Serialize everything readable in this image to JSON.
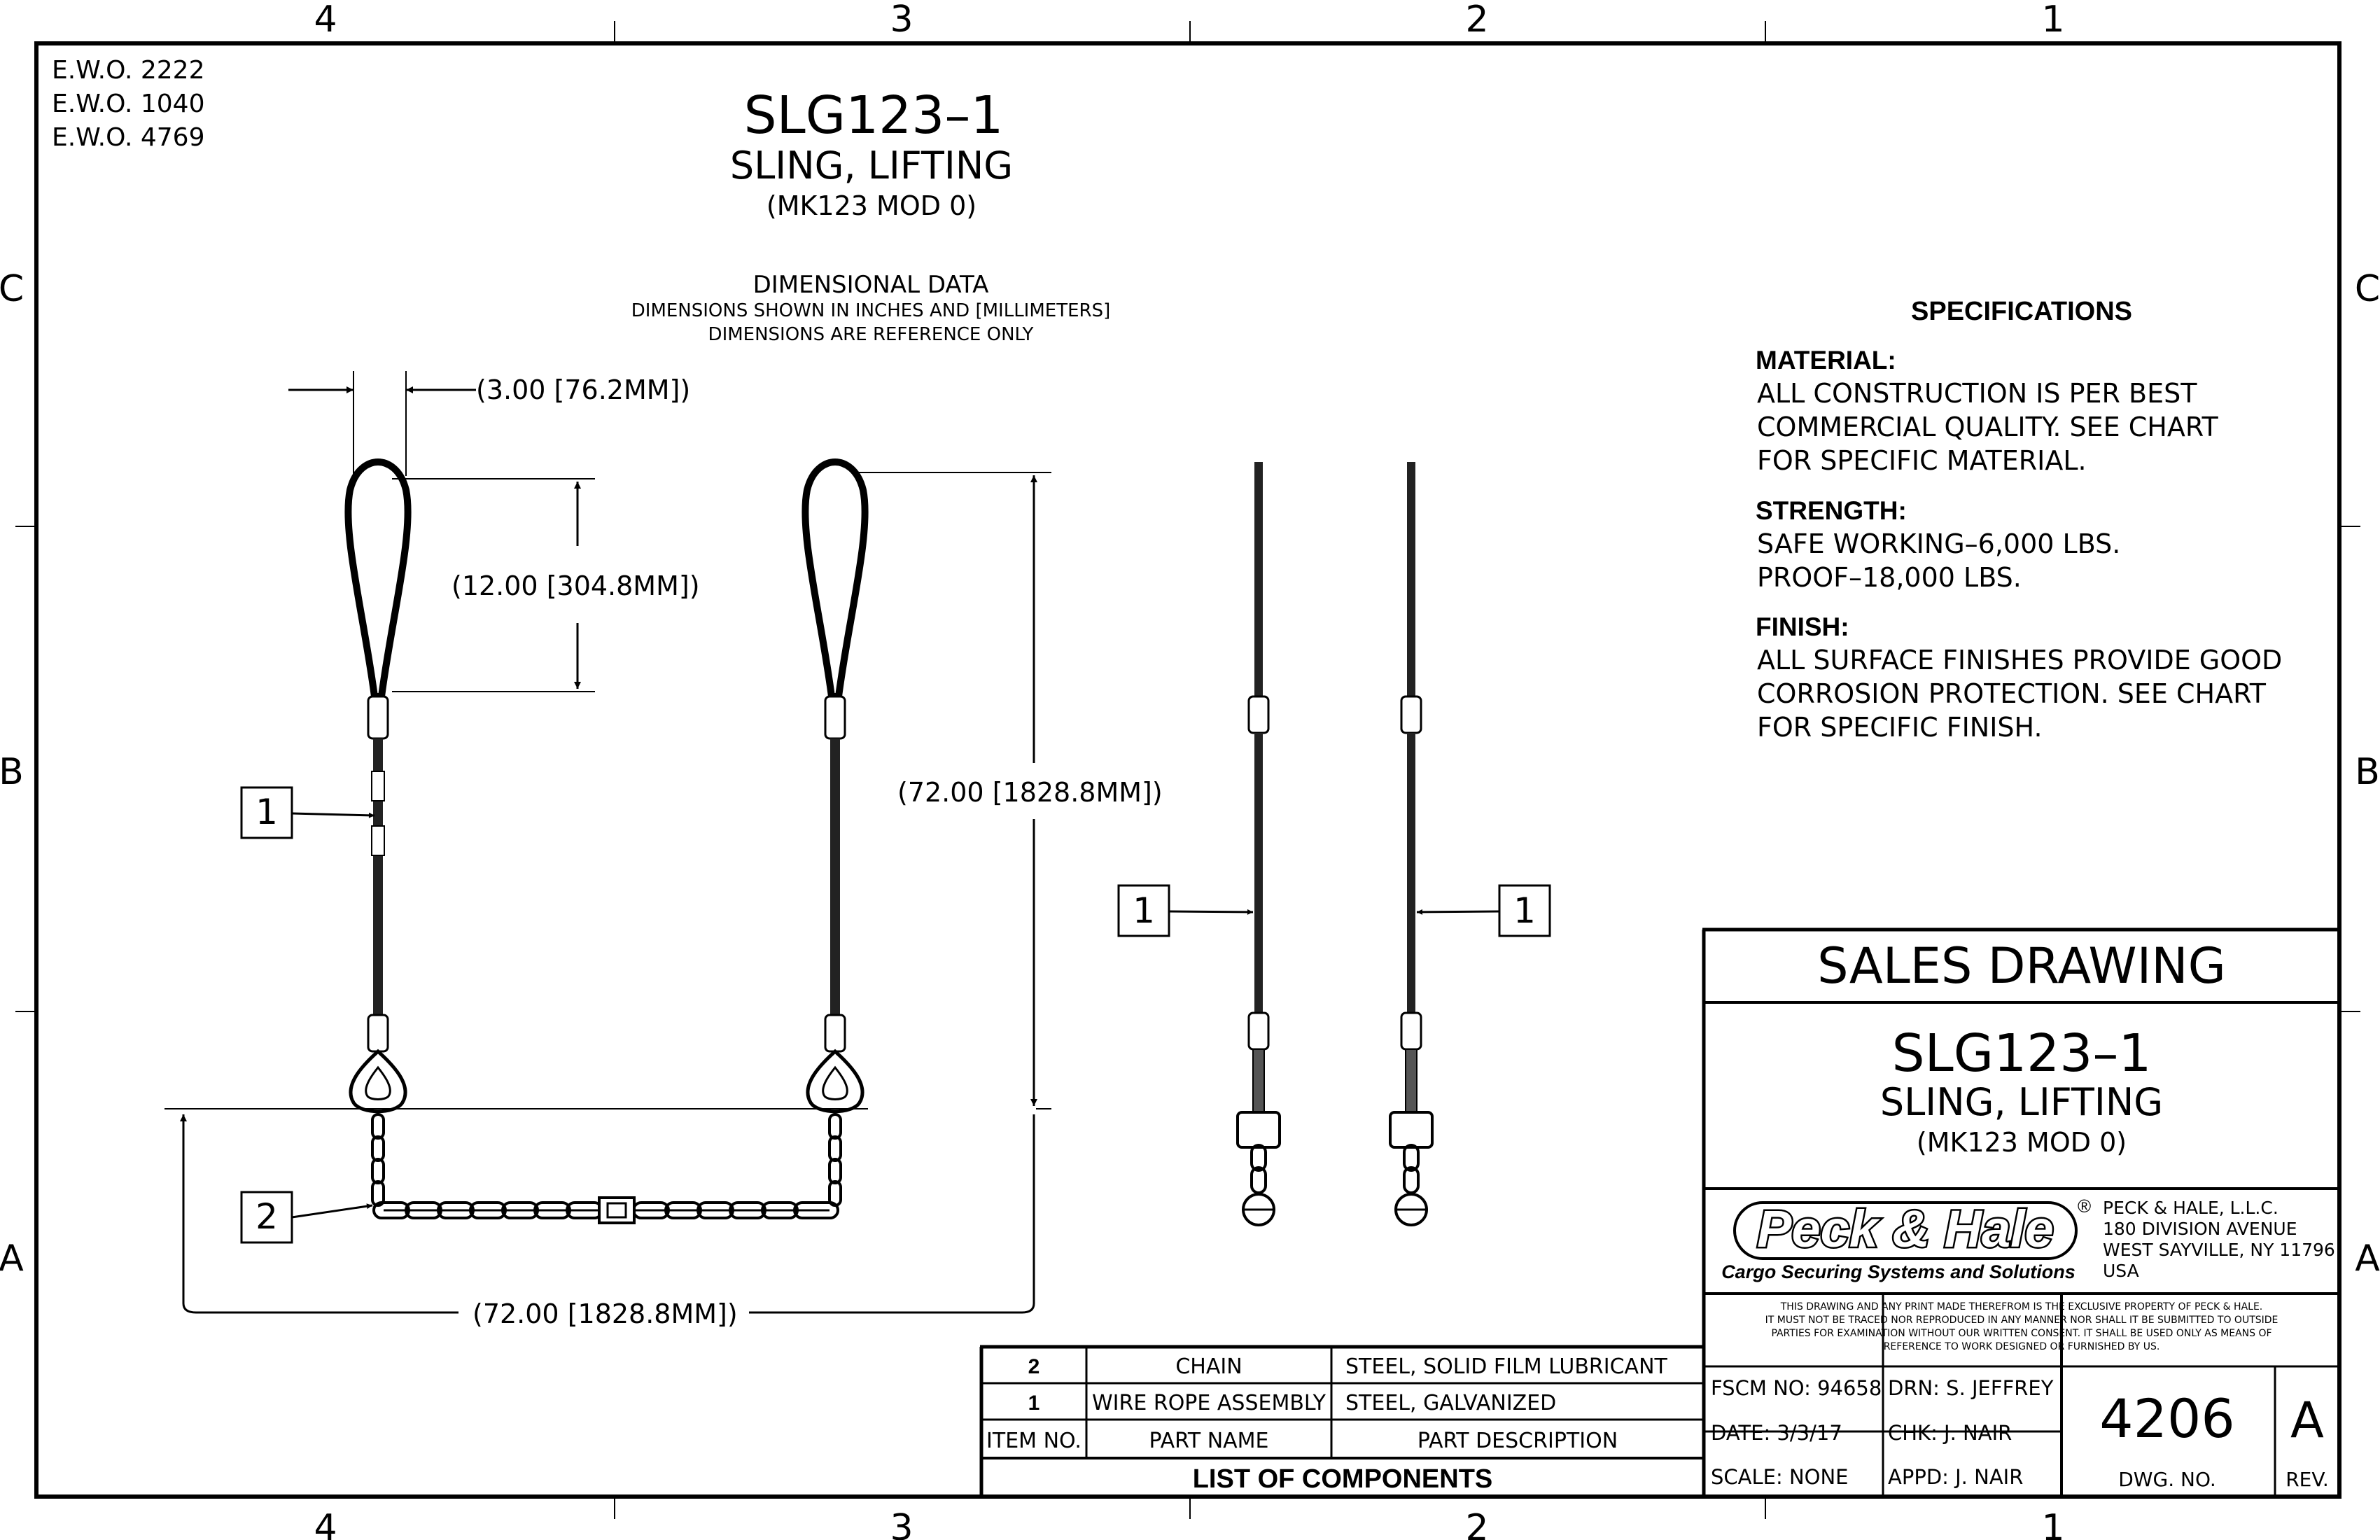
{
  "zones": {
    "columns": [
      "4",
      "3",
      "2",
      "1"
    ],
    "rows": [
      "C",
      "B",
      "A"
    ]
  },
  "ewo": [
    "E.W.O. 2222",
    "E.W.O. 1040",
    "E.W.O. 4769"
  ],
  "title": {
    "part_no": "SLG123–1",
    "name": "SLING, LIFTING",
    "model": "(MK123 MOD 0)"
  },
  "dimensional": {
    "heading": "DIMENSIONAL DATA",
    "note1": "DIMENSIONS SHOWN IN INCHES AND [MILLIMETERS]",
    "note2": "DIMENSIONS ARE REFERENCE ONLY",
    "eye_width": "(3.00 [76.2MM])",
    "eye_length": "(12.00 [304.8MM])",
    "leg_length": "(72.00 [1828.8MM])",
    "span": "(72.00 [1828.8MM])"
  },
  "balloons": {
    "wire_rope": "1",
    "chain": "2"
  },
  "specs": {
    "heading": "SPECIFICATIONS",
    "material_label": "MATERIAL:",
    "material_lines": [
      "ALL CONSTRUCTION IS PER BEST",
      "COMMERCIAL QUALITY. SEE CHART",
      "FOR SPECIFIC MATERIAL."
    ],
    "strength_label": "STRENGTH:",
    "strength_lines": [
      "SAFE WORKING–6,000 LBS.",
      "PROOF–18,000 LBS."
    ],
    "finish_label": "FINISH:",
    "finish_lines": [
      "ALL SURFACE FINISHES PROVIDE GOOD",
      "CORROSION PROTECTION. SEE CHART",
      "FOR SPECIFIC FINISH."
    ]
  },
  "title_block": {
    "header": "SALES DRAWING",
    "part_no": "SLG123–1",
    "name": "SLING, LIFTING",
    "model": "(MK123 MOD 0)",
    "logo": "Peck & Hale",
    "registered": "®",
    "tagline": "Cargo Securing Systems and Solutions",
    "address": [
      "PECK & HALE, L.L.C.",
      "180 DIVISION AVENUE",
      "WEST SAYVILLE, NY 11796",
      "USA"
    ],
    "notice": [
      "THIS DRAWING AND ANY PRINT MADE THEREFROM IS THE EXCLUSIVE PROPERTY OF PECK & HALE.",
      "IT MUST NOT BE TRACED NOR REPRODUCED IN ANY MANNER NOR SHALL IT BE SUBMITTED TO OUTSIDE",
      "PARTIES FOR EXAMINATION WITHOUT OUR WRITTEN CONSENT.  IT SHALL BE USED ONLY AS MEANS OF",
      "REFERENCE TO WORK DESIGNED OR FURNISHED BY US."
    ],
    "fscm": "FSCM NO: 94658",
    "drn": "DRN: S. JEFFREY",
    "date": "DATE: 3/3/17",
    "chk": "CHK:  J. NAIR",
    "scale": "SCALE: NONE",
    "appd": "APPD: J. NAIR",
    "dwg_no": "4206",
    "dwg_no_label": "DWG. NO.",
    "rev": "A",
    "rev_label": "REV."
  },
  "components": {
    "rows": [
      {
        "item": "2",
        "name": "CHAIN",
        "desc": "STEEL, SOLID FILM LUBRICANT"
      },
      {
        "item": "1",
        "name": "WIRE ROPE ASSEMBLY",
        "desc": "STEEL, GALVANIZED"
      }
    ],
    "header_item": "ITEM NO.",
    "header_name": "PART NAME",
    "header_desc": "PART DESCRIPTION",
    "footer": "LIST OF COMPONENTS"
  }
}
